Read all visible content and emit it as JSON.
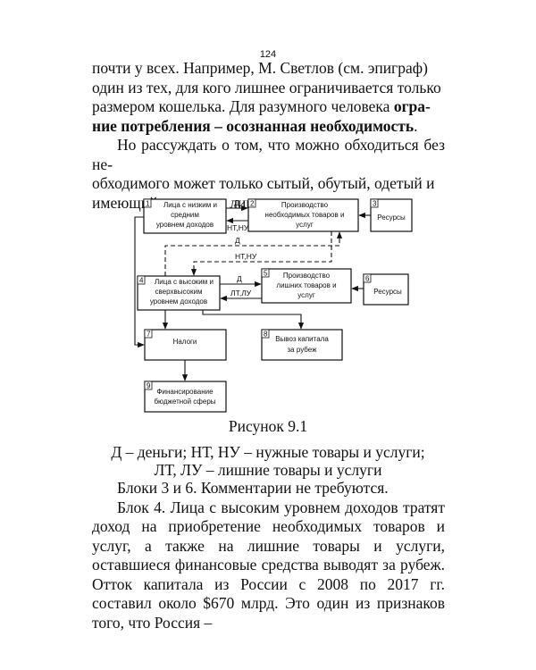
{
  "page_number": "124",
  "top_paragraph": {
    "lines": [
      "почти у всех. Например, М. Светлов (см. эпиграф)",
      "один из тех, для кого лишнее ограничивается только",
      "размером кошелька. Для разумного человека ",
      "ние потребления – осознанная необходимость",
      "Но рассуждать о том, что можно обходиться без не-",
      "обходимого может только сытый, обутый, одетый и",
      "имеющий деньги на лишнее."
    ],
    "bold_part_1": "огра-",
    "line4_end": "."
  },
  "diagram": {
    "blocks": [
      {
        "num": "1",
        "lines": [
          "Лица с низким и",
          "средним",
          "уровнем доходов"
        ]
      },
      {
        "num": "2",
        "lines": [
          "Производство",
          "необходимых товаров и",
          "услуг"
        ]
      },
      {
        "num": "3",
        "lines": [
          "Ресурсы"
        ]
      },
      {
        "num": "4",
        "lines": [
          "Лица с высоким и",
          "сверхвысоким",
          "уровнем доходов"
        ]
      },
      {
        "num": "5",
        "lines": [
          "Производство",
          "лишних товаров и",
          "услуг"
        ]
      },
      {
        "num": "6",
        "lines": [
          "Ресурсы"
        ]
      },
      {
        "num": "7",
        "lines": [
          "Налоги"
        ]
      },
      {
        "num": "8",
        "lines": [
          "Вывоз капитала",
          "за рубеж"
        ]
      },
      {
        "num": "9",
        "lines": [
          "Финансирование",
          "бюджетной сферы"
        ]
      }
    ],
    "labels": {
      "d1": "Д",
      "ntnu1": "НТ,НУ",
      "d2": "Д",
      "ntnu2": "НТ,НУ",
      "d3": "Д",
      "ltlu": "ЛТ,ЛУ"
    }
  },
  "figure_caption": "Рисунок 9.1",
  "legend_line1": "Д – деньги; НТ, НУ – нужные товары и услуги;",
  "legend_line2": "ЛТ, ЛУ – лишние товары и услуги",
  "bottom_paragraphs": [
    "Блоки 3 и 6. Комментарии не требуются.",
    "Блок 4. Лица с высоким уровнем доходов тратят доход на приобретение необходимых товаров и услуг, а также на лишние товары и услуги, оставшиеся финансовые средства выводят за рубеж. Отток капитала из России с 2008 по 2017 гг. составил около $670 млрд. Это один из признаков того, что Россия –"
  ]
}
